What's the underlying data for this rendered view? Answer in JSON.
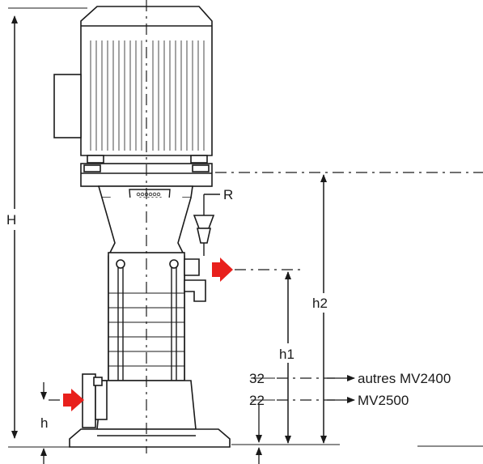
{
  "labels": {
    "H": "H",
    "h": "h",
    "h1": "h1",
    "h2": "h2",
    "R": "R",
    "dim_32": "32",
    "dim_22": "22",
    "model_other": "autres MV2400",
    "model_mv2500": "MV2500"
  },
  "colors": {
    "flow_arrow": "#e8201c",
    "line": "#1a1a1a"
  },
  "icons": {
    "inlet": "red-arrow-right",
    "outlet": "red-arrow-right"
  }
}
